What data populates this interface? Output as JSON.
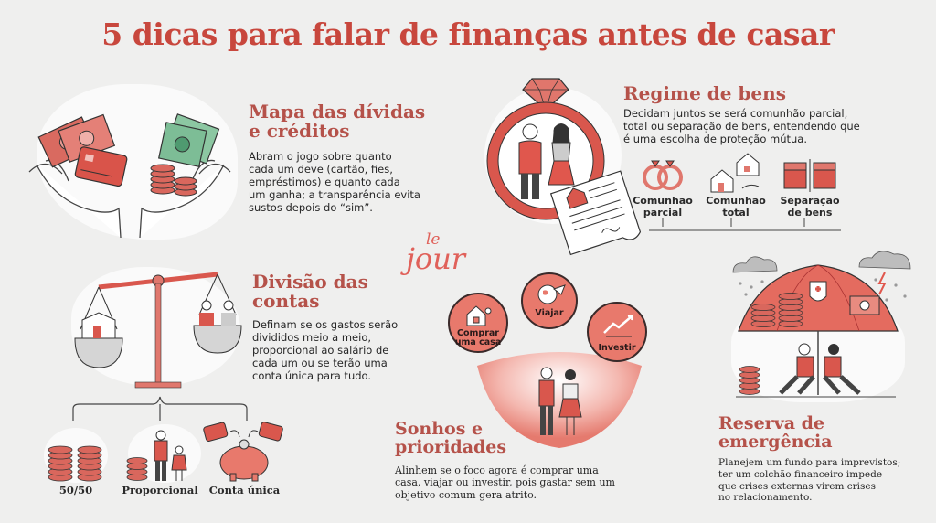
{
  "title": "5 dicas para falar de finanças antes de casar",
  "logo": {
    "top": "le",
    "bottom": "jour"
  },
  "colors": {
    "accent": "#c8473d",
    "heading": "#b5524a",
    "coral": "#e8796c",
    "green": "#6fb98f",
    "background": "#efefee"
  },
  "tips": [
    {
      "id": "mapa",
      "heading_line1": "Mapa das dívidas",
      "heading_line2": "e créditos",
      "body": [
        "Abram o jogo sobre quanto",
        "cada um deve (cartão, fies,",
        "empréstimos) e quanto cada",
        "um ganha; a transparência evita",
        "sustos depois do “sim”."
      ],
      "illustration": "hands-holding-debts-and-credits"
    },
    {
      "id": "regime",
      "heading_line1": "Regime de bens",
      "body": [
        "Decidam juntos se será comunhão parcial,",
        "total ou separação de bens, entendendo que",
        "é uma escolha de proteção mútua."
      ],
      "options": [
        {
          "line1": "Comunhão",
          "line2": "parcial",
          "icon": "rings-icon"
        },
        {
          "line1": "Comunhão",
          "line2": "total",
          "icon": "houses-icon"
        },
        {
          "line1": "Separação",
          "line2": "de bens",
          "icon": "chests-icon"
        }
      ],
      "illustration": "ring-couple-contract"
    },
    {
      "id": "divisao",
      "heading_line1": "Divisão das",
      "heading_line2": "contas",
      "body": [
        "Definam se os gastos serão",
        "divididos meio a meio,",
        "proporcional ao salário de",
        "cada um ou se terão uma",
        "conta única para tudo."
      ],
      "options": [
        {
          "label": "50/50",
          "icon": "coin-stacks-icon"
        },
        {
          "label": "Proporcional",
          "icon": "family-coins-icon"
        },
        {
          "label": "Conta única",
          "icon": "piggy-bank-icon"
        }
      ],
      "illustration": "balance-scale"
    },
    {
      "id": "sonhos",
      "heading_line1": "Sonhos e",
      "heading_line2": "prioridades",
      "body": [
        "Alinhem se o foco agora é comprar uma",
        "casa, viajar ou investir, pois gastar sem um",
        "objetivo comum gera atrito."
      ],
      "bubbles": [
        {
          "line1": "Comprar",
          "line2": "uma casa",
          "icon": "house-key-icon"
        },
        {
          "line1": "Viajar",
          "line2": "",
          "icon": "globe-plane-icon"
        },
        {
          "line1": "Investir",
          "line2": "",
          "icon": "growth-chart-icon"
        }
      ],
      "illustration": "couple-sunrise"
    },
    {
      "id": "reserva",
      "heading_line1": "Reserva de",
      "heading_line2": "emergência",
      "body": [
        "Planejem um fundo para imprevistos;",
        "ter um colchão financeiro impede",
        "que crises externas virem crises",
        "no relacionamento."
      ],
      "illustration": "umbrella-protection"
    }
  ]
}
